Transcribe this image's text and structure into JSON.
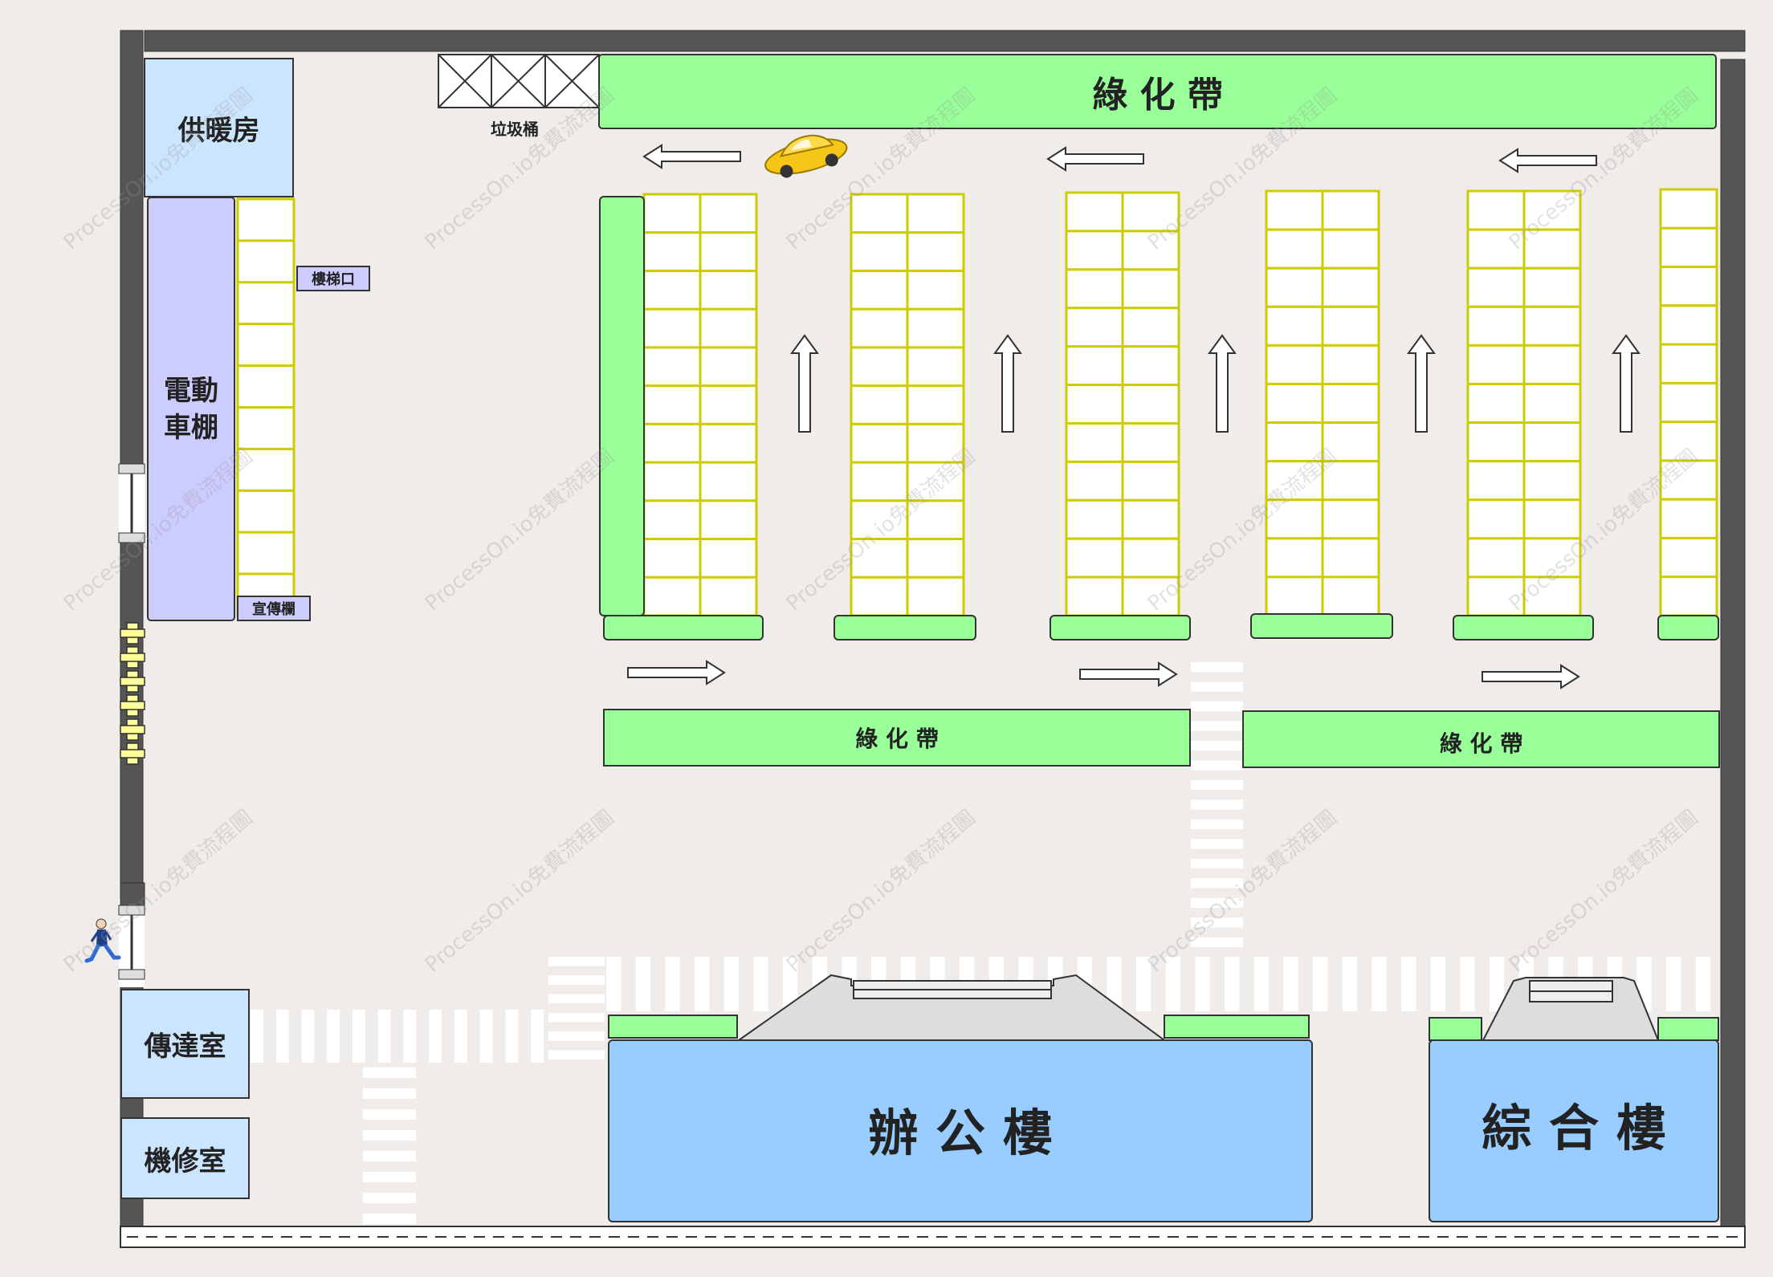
{
  "rooms": {
    "heating_room": "供暖房",
    "ebike_shed": "電動\n車棚",
    "stairs": "樓梯口",
    "notice_board": "宣傳欄",
    "guard_room": "傳達室",
    "repair_room": "機修室",
    "office_building": "辦 公 樓",
    "complex_building": "綜 合 樓"
  },
  "greenbelts": {
    "top": "綠 化 帶",
    "middle_left": "綠 化 帶",
    "middle_right": "綠 化 帶"
  },
  "trash_bin": "垃圾桶",
  "watermark": "ProcessOn.io免費流程圖",
  "colors": {
    "green": "#99ff99",
    "blue": "#99ccff",
    "light_blue": "#cce5ff",
    "lavender": "#ccccff",
    "parking_line": "#cccc00",
    "wall": "#555555"
  }
}
